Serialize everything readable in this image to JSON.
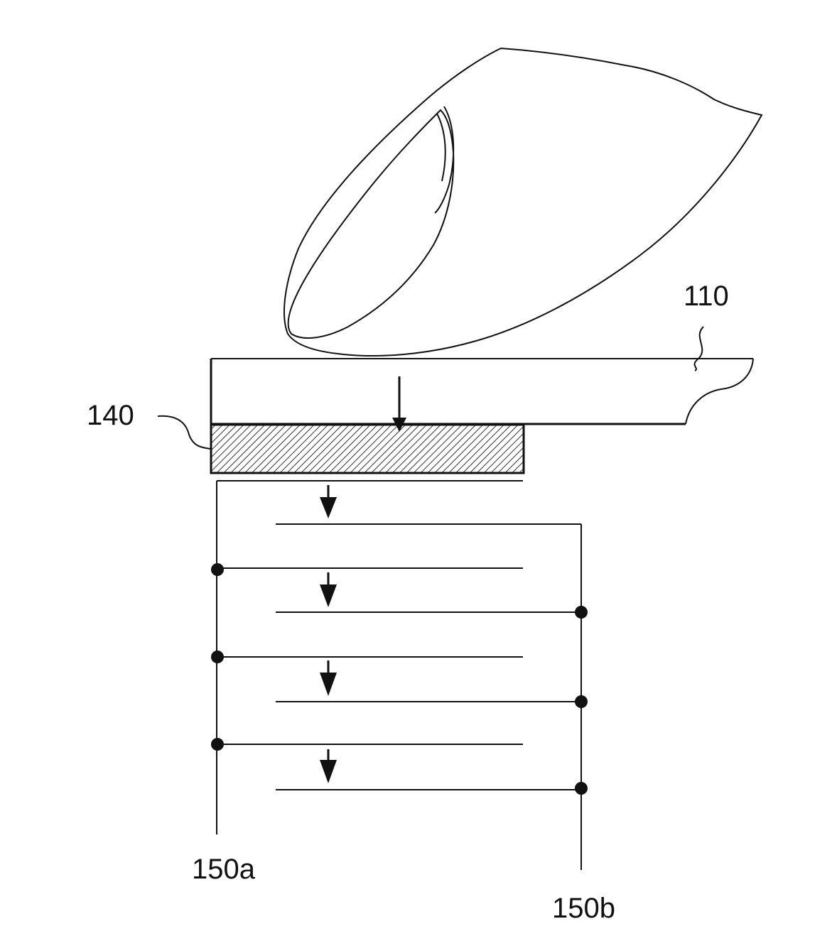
{
  "diagram": {
    "labels": {
      "cover_plate": "110",
      "pressure_layer": "140",
      "electrode_a": "150a",
      "electrode_b": "150b"
    },
    "colors": {
      "line": "#111111",
      "hatch": "#333333",
      "background": "#ffffff"
    }
  }
}
